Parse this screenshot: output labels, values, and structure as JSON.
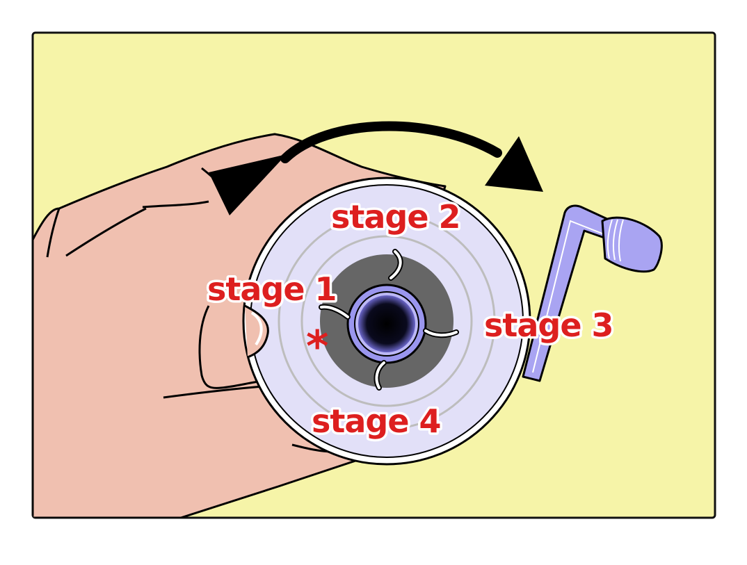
{
  "diagram": {
    "labels": {
      "stage1": "stage 1",
      "stage2": "stage 2",
      "stage3": "stage 3",
      "stage4": "stage 4"
    },
    "start_marker": "*",
    "rotation_direction": "clockwise",
    "icons": [
      "hand-icon",
      "reel-icon",
      "crank-handle-icon",
      "rotation-arrow-icon"
    ],
    "colors": {
      "background": "#f6f4a8",
      "frame": "#111111",
      "skin": "#f0c0b0",
      "reel": "#e2e0f8",
      "rings": "#bdbdbd",
      "hub_dark": "#666666",
      "hub_ring": "#9a96ee",
      "crank": "#a9a4f2",
      "label": "#dd1f1f",
      "arrow": "#000000"
    }
  }
}
